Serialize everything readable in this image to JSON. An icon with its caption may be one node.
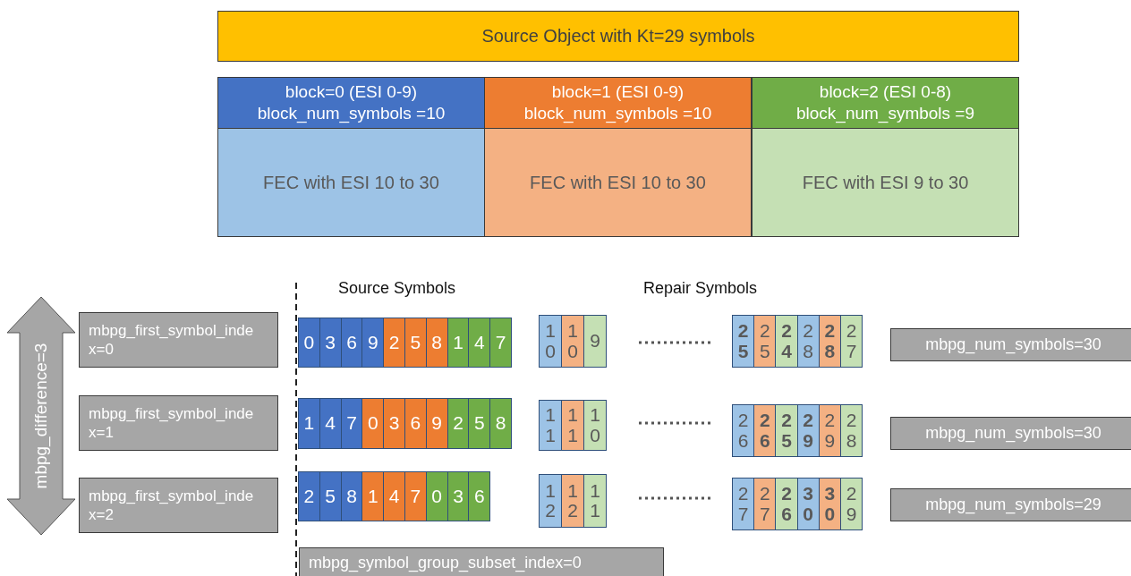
{
  "diagram": {
    "nodes": [
      {
        "text": [
          "Source Object with Kt=29 symbols"
        ]
      },
      {
        "text": [
          "block=0 (ESI 0-9)",
          "block_num_symbols =10"
        ]
      },
      {
        "text": [
          "block=1 (ESI 0-9)",
          "block_num_symbols =10"
        ]
      },
      {
        "text": [
          "block=2 (ESI 0-8)",
          "block_num_symbols =9"
        ]
      },
      {
        "text": [
          "FEC with ESI 10 to 30"
        ]
      },
      {
        "text": [
          "FEC with ESI 10 to 30"
        ]
      },
      {
        "text": [
          "FEC with ESI 9 to 30"
        ]
      },
      {
        "text": [
          "mbpg_difference=3"
        ]
      },
      {
        "text": [
          "mbpg_first_symbol_index=0"
        ]
      },
      {
        "text": [
          "0"
        ]
      },
      {
        "text": [
          "3"
        ]
      },
      {
        "text": [
          "6"
        ]
      },
      {
        "text": [
          "9"
        ]
      },
      {
        "text": [
          "2"
        ]
      },
      {
        "text": [
          "5"
        ]
      },
      {
        "text": [
          "8"
        ]
      },
      {
        "text": [
          "1"
        ]
      },
      {
        "text": [
          "4"
        ]
      },
      {
        "text": [
          "7"
        ]
      },
      {
        "text": [
          "1 0"
        ]
      },
      {
        "text": [
          "1 0"
        ]
      },
      {
        "text": [
          "9"
        ]
      },
      {
        "text": [
          "2 5"
        ]
      },
      {
        "text": [
          "2 5"
        ]
      },
      {
        "text": [
          "2 4"
        ]
      },
      {
        "text": [
          "2 8"
        ]
      },
      {
        "text": [
          "2 8"
        ]
      },
      {
        "text": [
          "2 7"
        ]
      },
      {
        "text": [
          "mbpg_num_symbols=30"
        ]
      },
      {
        "text": [
          "mbpg_first_symbol_index=1"
        ]
      },
      {
        "text": [
          "1"
        ]
      },
      {
        "text": [
          "4"
        ]
      },
      {
        "text": [
          "7"
        ]
      },
      {
        "text": [
          "0"
        ]
      },
      {
        "text": [
          "3"
        ]
      },
      {
        "text": [
          "6"
        ]
      },
      {
        "text": [
          "9"
        ]
      },
      {
        "text": [
          "2"
        ]
      },
      {
        "text": [
          "5"
        ]
      },
      {
        "text": [
          "8"
        ]
      },
      {
        "text": [
          "1 1"
        ]
      },
      {
        "text": [
          "1 1"
        ]
      },
      {
        "text": [
          "1 0"
        ]
      },
      {
        "text": [
          "2 6"
        ]
      },
      {
        "text": [
          "2 6"
        ]
      },
      {
        "text": [
          "2 5"
        ]
      },
      {
        "text": [
          "2 9"
        ]
      },
      {
        "text": [
          "2 9"
        ]
      },
      {
        "text": [
          "2 8"
        ]
      },
      {
        "text": [
          "mbpg_num_symbols=30"
        ]
      },
      {
        "text": [
          "mbpg_first_symbol_index=2"
        ]
      },
      {
        "text": [
          "2"
        ]
      },
      {
        "text": [
          "5"
        ]
      },
      {
        "text": [
          "8"
        ]
      },
      {
        "text": [
          "1"
        ]
      },
      {
        "text": [
          "4"
        ]
      },
      {
        "text": [
          "7"
        ]
      },
      {
        "text": [
          "0"
        ]
      },
      {
        "text": [
          "3"
        ]
      },
      {
        "text": [
          "6"
        ]
      },
      {
        "text": [
          "1 2"
        ]
      },
      {
        "text": [
          "1 2"
        ]
      },
      {
        "text": [
          "1 1"
        ]
      },
      {
        "text": [
          "2 7"
        ]
      },
      {
        "text": [
          "2 7"
        ]
      },
      {
        "text": [
          "2 6"
        ]
      },
      {
        "text": [
          "3 0"
        ]
      },
      {
        "text": [
          "3 0"
        ]
      },
      {
        "text": [
          "2 9"
        ]
      },
      {
        "text": [
          "mbpg_num_symbols=29"
        ]
      },
      {
        "text": [
          "mbpg_symbol_group_subset_index=0"
        ]
      }
    ],
    "labels": [
      "Source Symbols",
      "Repair Symbols"
    ]
  }
}
